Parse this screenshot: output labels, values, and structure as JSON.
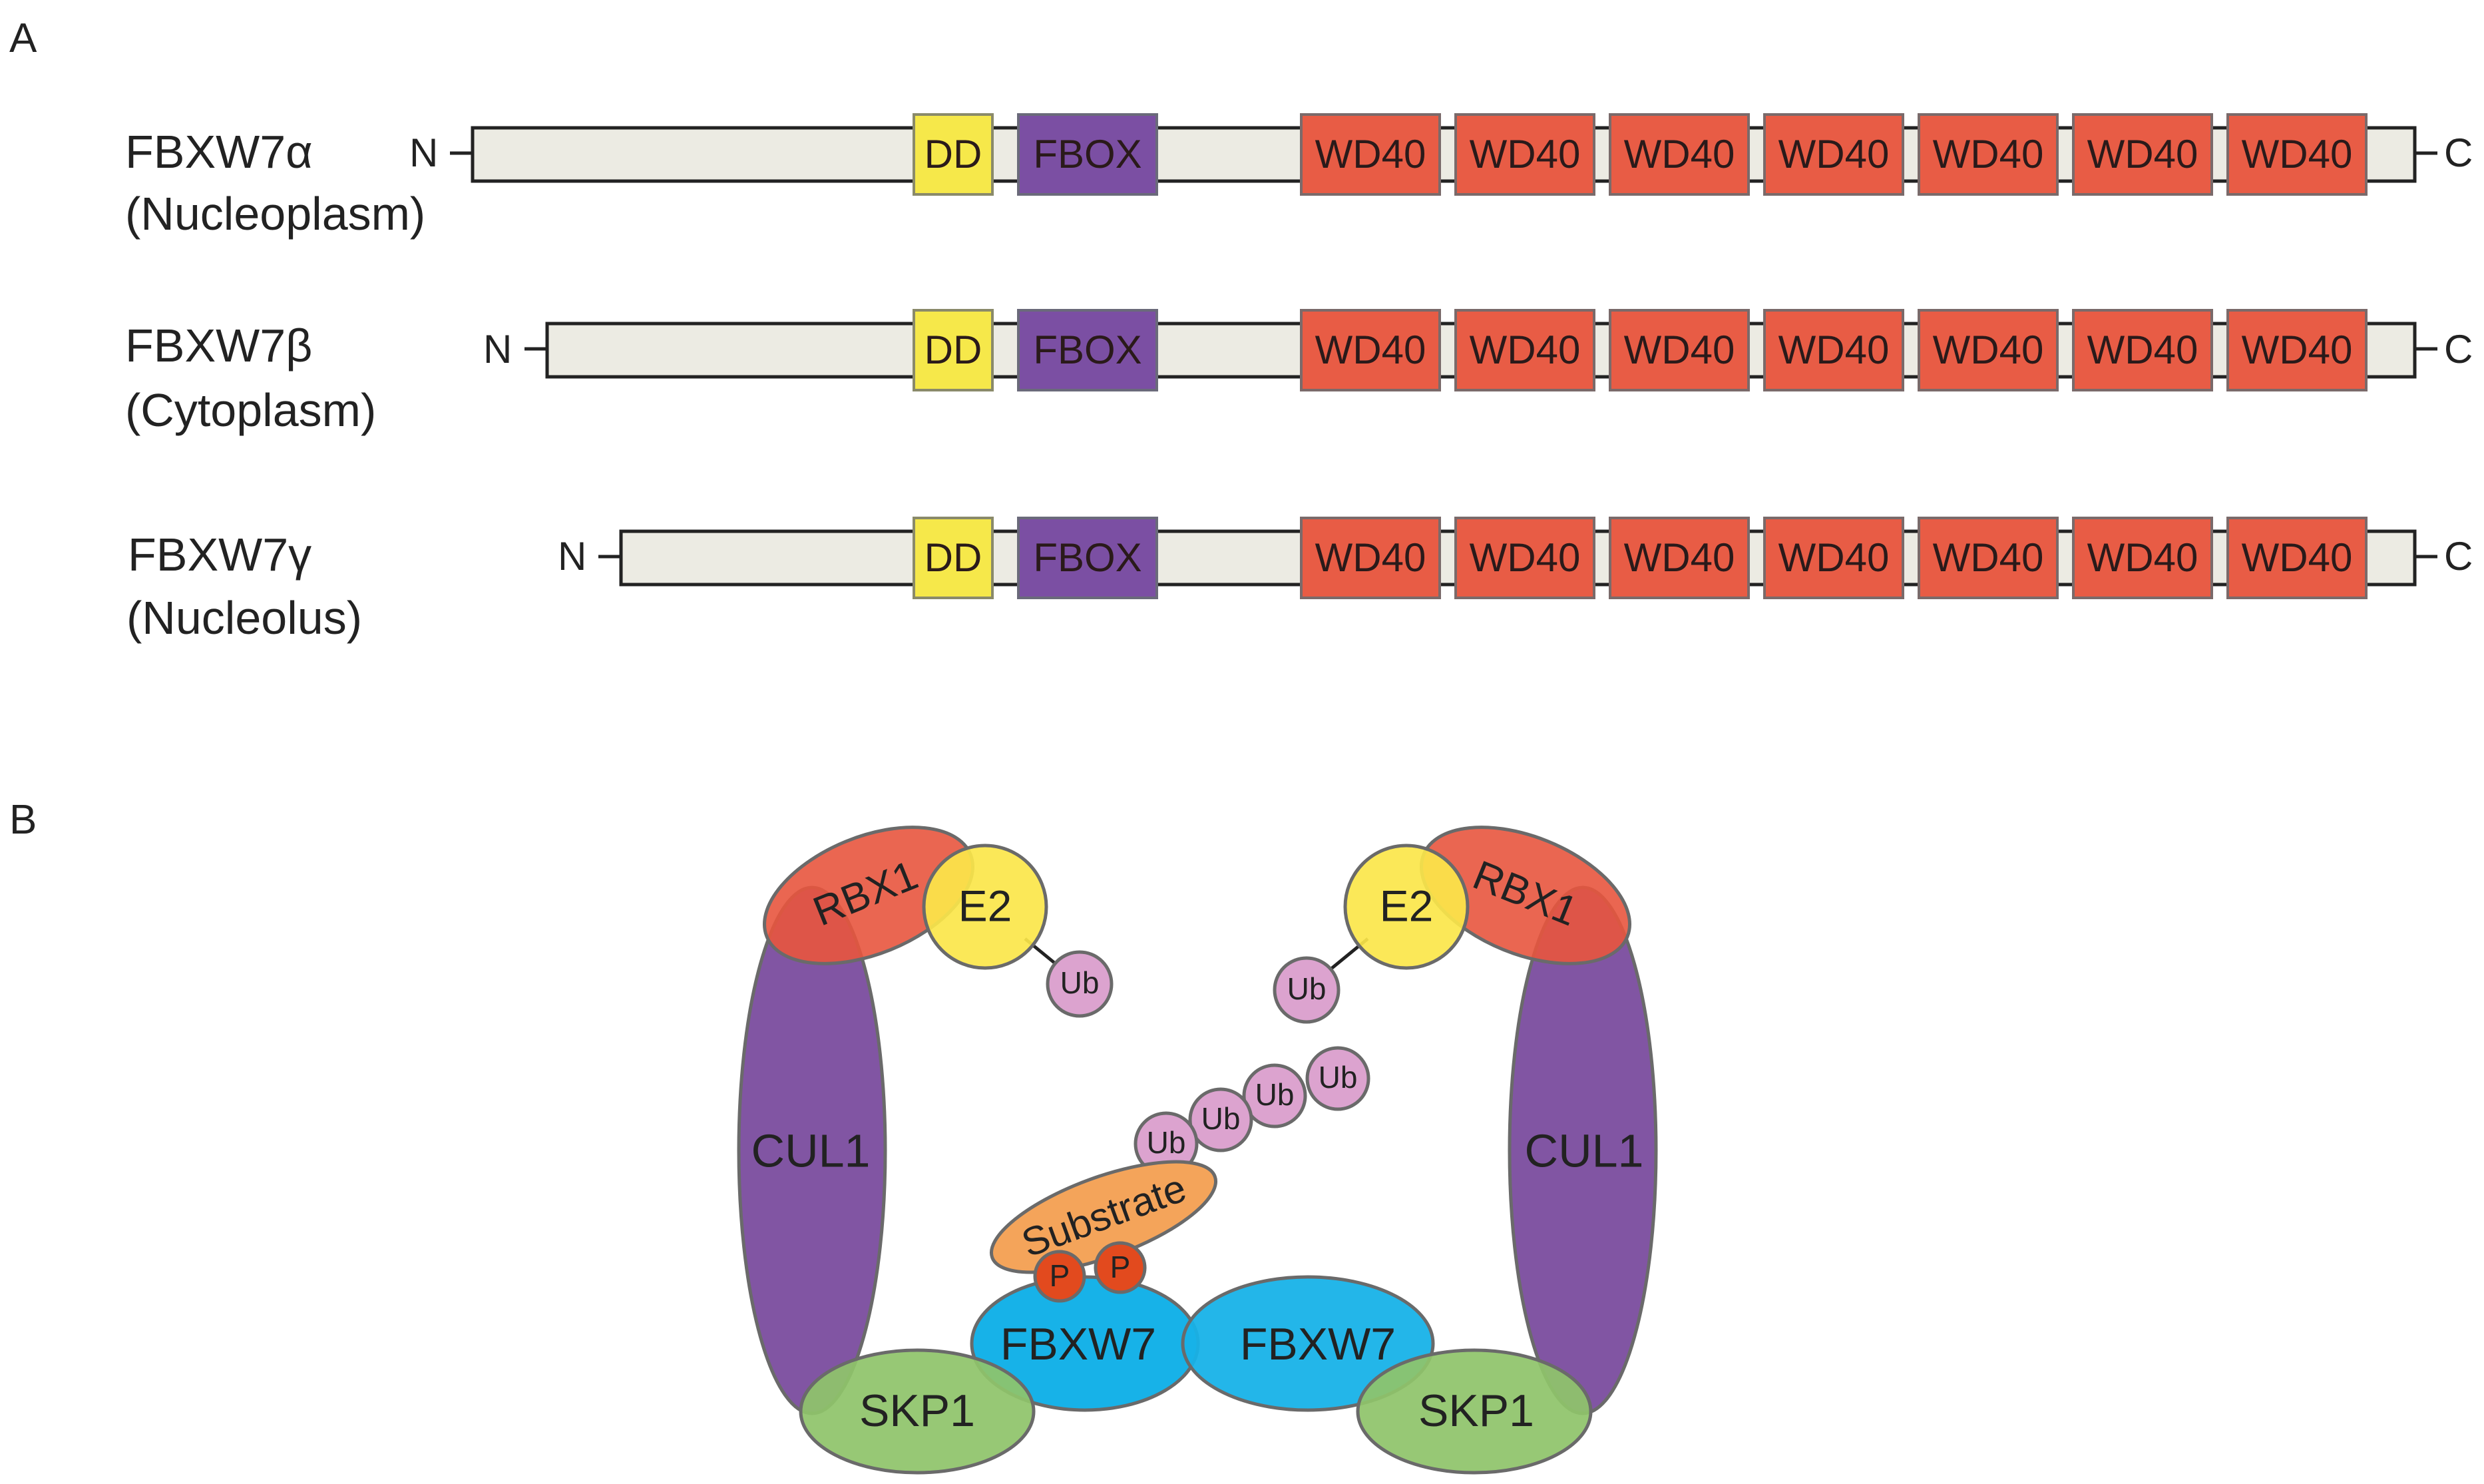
{
  "panel_a": {
    "letter": "A",
    "isoforms": [
      {
        "name": "FBXW7α",
        "location": "(Nucleoplasm)"
      },
      {
        "name": "FBXW7β",
        "location": "(Cytoplasm)"
      },
      {
        "name": "FBXW7γ",
        "location": "(Nucleolus)"
      }
    ],
    "n_terminus": "N",
    "c_terminus": "C",
    "domains": {
      "dd": "DD",
      "fbox": "FBOX",
      "wd40": "WD40"
    }
  },
  "panel_b": {
    "letter": "B",
    "rbx1": "RBX1",
    "e2": "E2",
    "ub": "Ub",
    "cul1": "CUL1",
    "skp1": "SKP1",
    "fbxw7": "FBXW7",
    "substrate": "Substrate",
    "phospho": "P"
  },
  "colors": {
    "backbone": "#ecebe3",
    "dd": "#f6e84a",
    "fbox": "#7b4fa3",
    "wd40": "#e85c45",
    "rbx1": "#e8553e",
    "e2": "#fbe64a",
    "ub": "#dca3cf",
    "cul1": "#7a4c9e",
    "skp1": "#8fc46a",
    "fbxw7": "#17b2e8",
    "substrate": "#f4a45a",
    "phospho": "#e24a1e"
  }
}
